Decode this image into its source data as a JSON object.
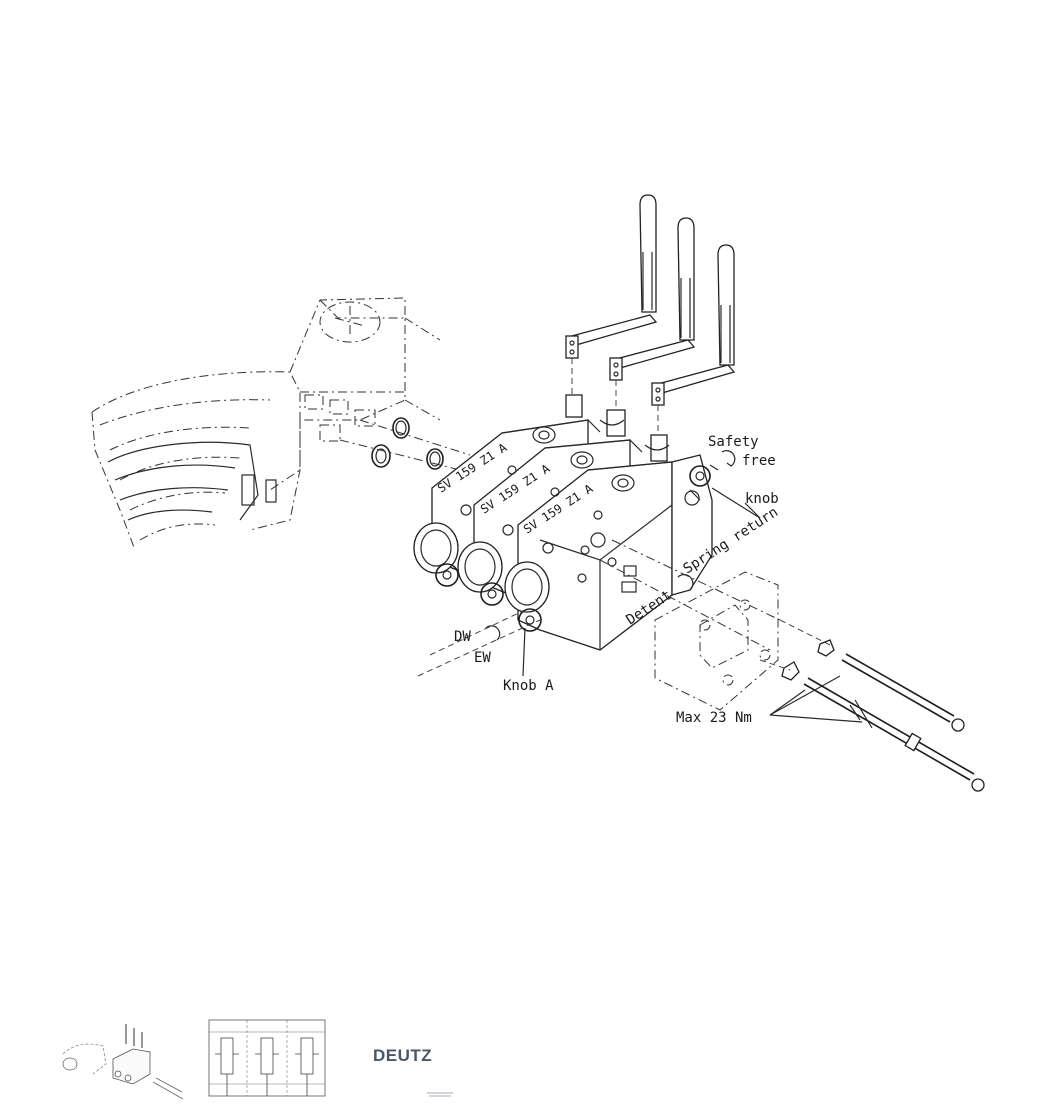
{
  "labels": {
    "safety": "Safety",
    "free": "free",
    "knob": "knob",
    "spring_return": "Spring return",
    "detent": "Detent",
    "dw": "DW",
    "ew": "EW",
    "knob_a": "Knob A",
    "max_torque": "Max 23 Nm",
    "valve_1": "SV 159 Z1 A",
    "valve_2": "SV 159 Z1 A",
    "valve_3": "SV 159 Z1 A"
  },
  "footer": {
    "brand": "DEUTZ"
  }
}
